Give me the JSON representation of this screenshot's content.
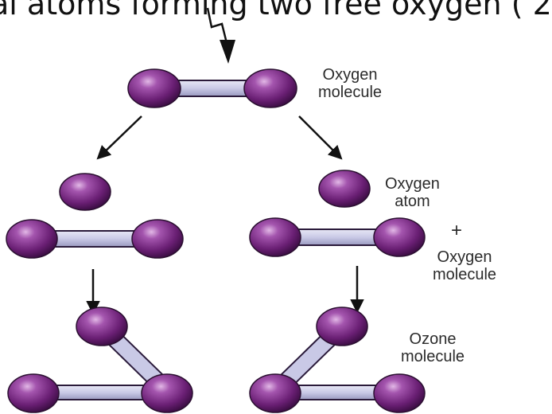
{
  "caption": "al atoms forming two free oxygen ( 2",
  "labels": {
    "oxygen_molecule_top": [
      "Oxygen",
      "molecule"
    ],
    "oxygen_atom": [
      "Oxygen",
      "atom"
    ],
    "plus": "+",
    "oxygen_molecule_right": [
      "Oxygen",
      "molecule"
    ],
    "ozone_molecule": [
      "Ozone",
      "molecule"
    ]
  },
  "colors": {
    "atom_fill": "#6a1f74",
    "atom_highlight": "#c98ad0",
    "bond_fill": "#c9c9e6",
    "bond_stroke": "#2a1a3a",
    "arrow": "#111111",
    "text": "#2b2b2b"
  },
  "icons": {
    "lightning": "lightning-arrow-icon",
    "reaction_arrow": "arrow-icon"
  }
}
